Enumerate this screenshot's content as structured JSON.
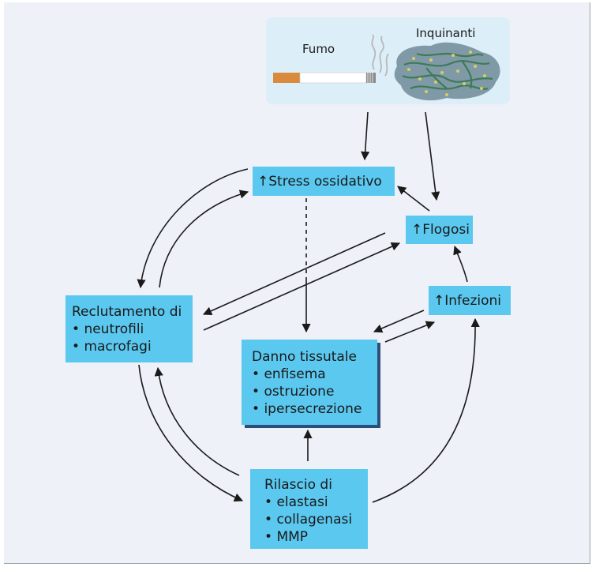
{
  "sources": {
    "smoke_label": "Fumo",
    "pollutants_label": "Inquinanti"
  },
  "nodes": {
    "stress": {
      "arrow": "↑",
      "label": "Stress ossidativo"
    },
    "flogosi": {
      "arrow": "↑",
      "label": "Flogosi"
    },
    "infezioni": {
      "arrow": "↑",
      "label": "Infezioni"
    },
    "reclutamento": {
      "title": "Reclutamento di",
      "items": [
        "neutrofili",
        "macrofagi"
      ]
    },
    "danno": {
      "title": "Danno tissutale",
      "items": [
        "enfisema",
        "ostruzione",
        "ipersecrezione"
      ]
    },
    "rilascio": {
      "title": "Rilascio di",
      "items": [
        "elastasi",
        "collagenasi",
        "MMP"
      ]
    }
  },
  "colors": {
    "box": "#5bc8f0",
    "box_shadow": "#2c4f7a",
    "background": "#eef1f8",
    "source_panel": "#dceef8",
    "arrow": "#1a1a1a"
  },
  "icons": [
    "cigarette-icon",
    "smoke-icon",
    "pollutant-particles-icon"
  ]
}
